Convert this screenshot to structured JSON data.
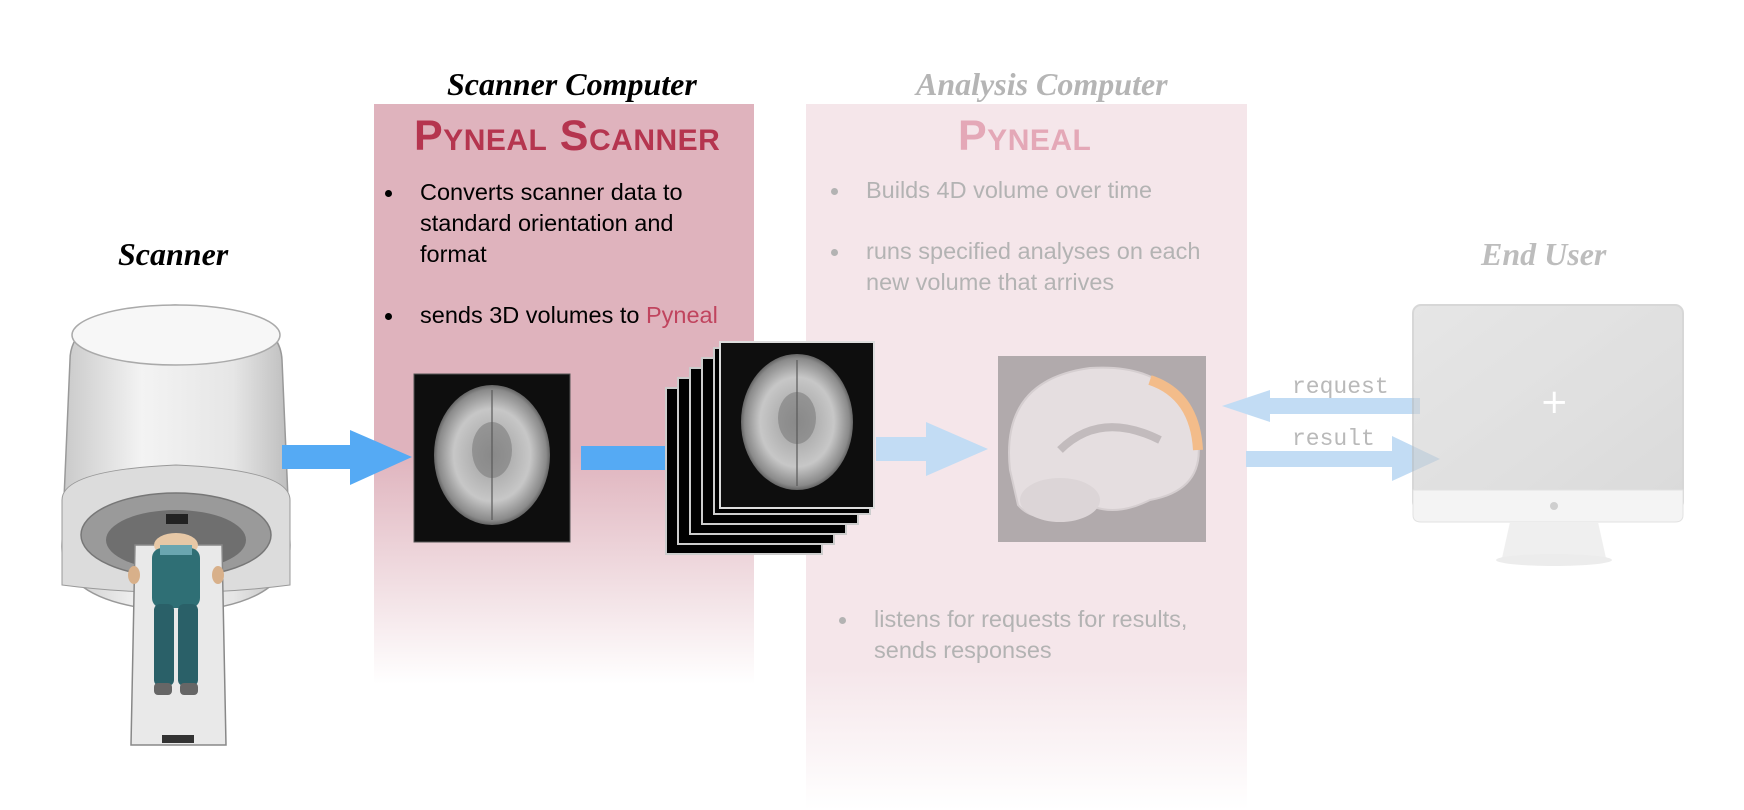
{
  "headings": {
    "scanner": "Scanner",
    "scanner_computer": "Scanner Computer",
    "analysis_computer": "Analysis Computer",
    "end_user": "End User"
  },
  "pyneal_scanner": {
    "title": "Pyneal Scanner",
    "bullets": [
      "Converts scanner data to standard orientation and format",
      "sends 3D volumes to "
    ],
    "highlight": "Pyneal"
  },
  "pyneal": {
    "title": "Pyneal",
    "bullets": [
      "Builds 4D volume over time",
      "runs specified analyses on each new volume that arrives"
    ],
    "bottom_bullet": "listens for requests for results, sends responses"
  },
  "connection": {
    "request": "request",
    "result": "result"
  },
  "monitor": {
    "cursor": "+"
  },
  "colors": {
    "panel_scanner": "#dfb3bd",
    "panel_analysis": "#f5e6ea",
    "title_scanner": "#b5354f",
    "title_analysis": "#e4a8b7",
    "arrow_blue": "#55aaf4",
    "arrow_faded": "#c2dcf4"
  },
  "icons": [
    "mri-scanner-icon",
    "brain-slice-image",
    "brain-volume-stack",
    "sagittal-brain-image",
    "monitor-icon"
  ]
}
